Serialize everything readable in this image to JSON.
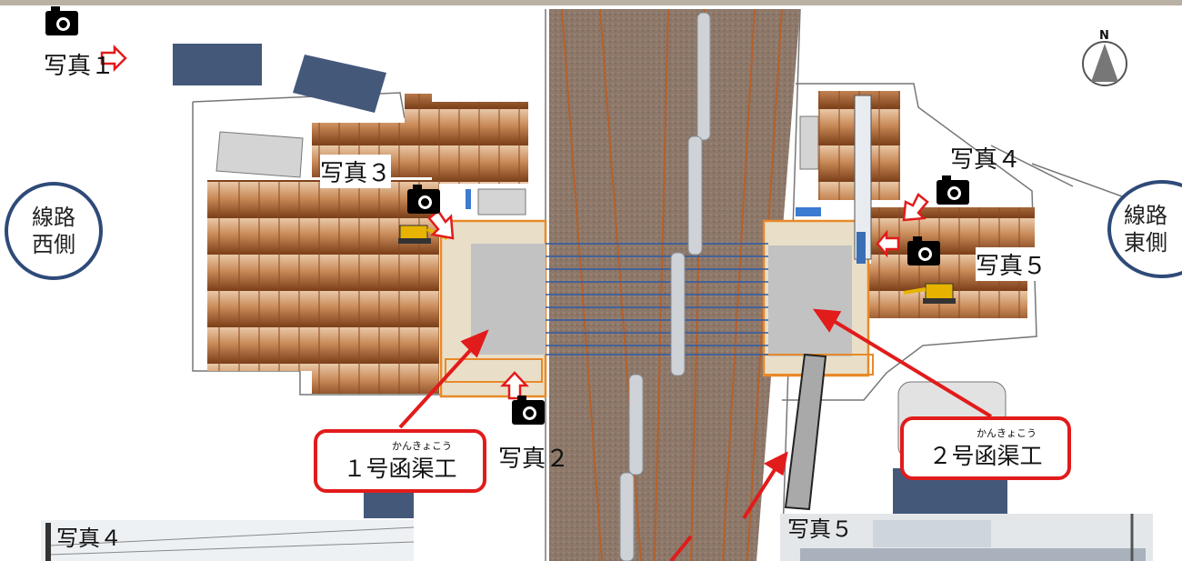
{
  "labels": {
    "photo1": "写真１",
    "photo2": "写真２",
    "photo3": "写真３",
    "photo4": "写真４",
    "photo5": "写真５",
    "photo4_inset": "写真４",
    "photo5_inset": "写真５"
  },
  "west_circle": {
    "line1": "線路",
    "line2": "西側"
  },
  "east_circle": {
    "line1": "線路",
    "line2": "東側"
  },
  "culvert1": {
    "name": "１号函渠工",
    "ruby": "かんきょこう"
  },
  "culvert2": {
    "name": "２号函渠工",
    "ruby": "かんきょこう"
  },
  "compass": {
    "letter": "N"
  },
  "colors": {
    "track_bed": "#8a7565",
    "rail": "#b5602a",
    "slab": "#c2c2c2",
    "outline_orange": "#e8892a",
    "callout_red": "#e21b1b",
    "building_blue": "#44587a",
    "circle_border": "#2e4a78"
  }
}
